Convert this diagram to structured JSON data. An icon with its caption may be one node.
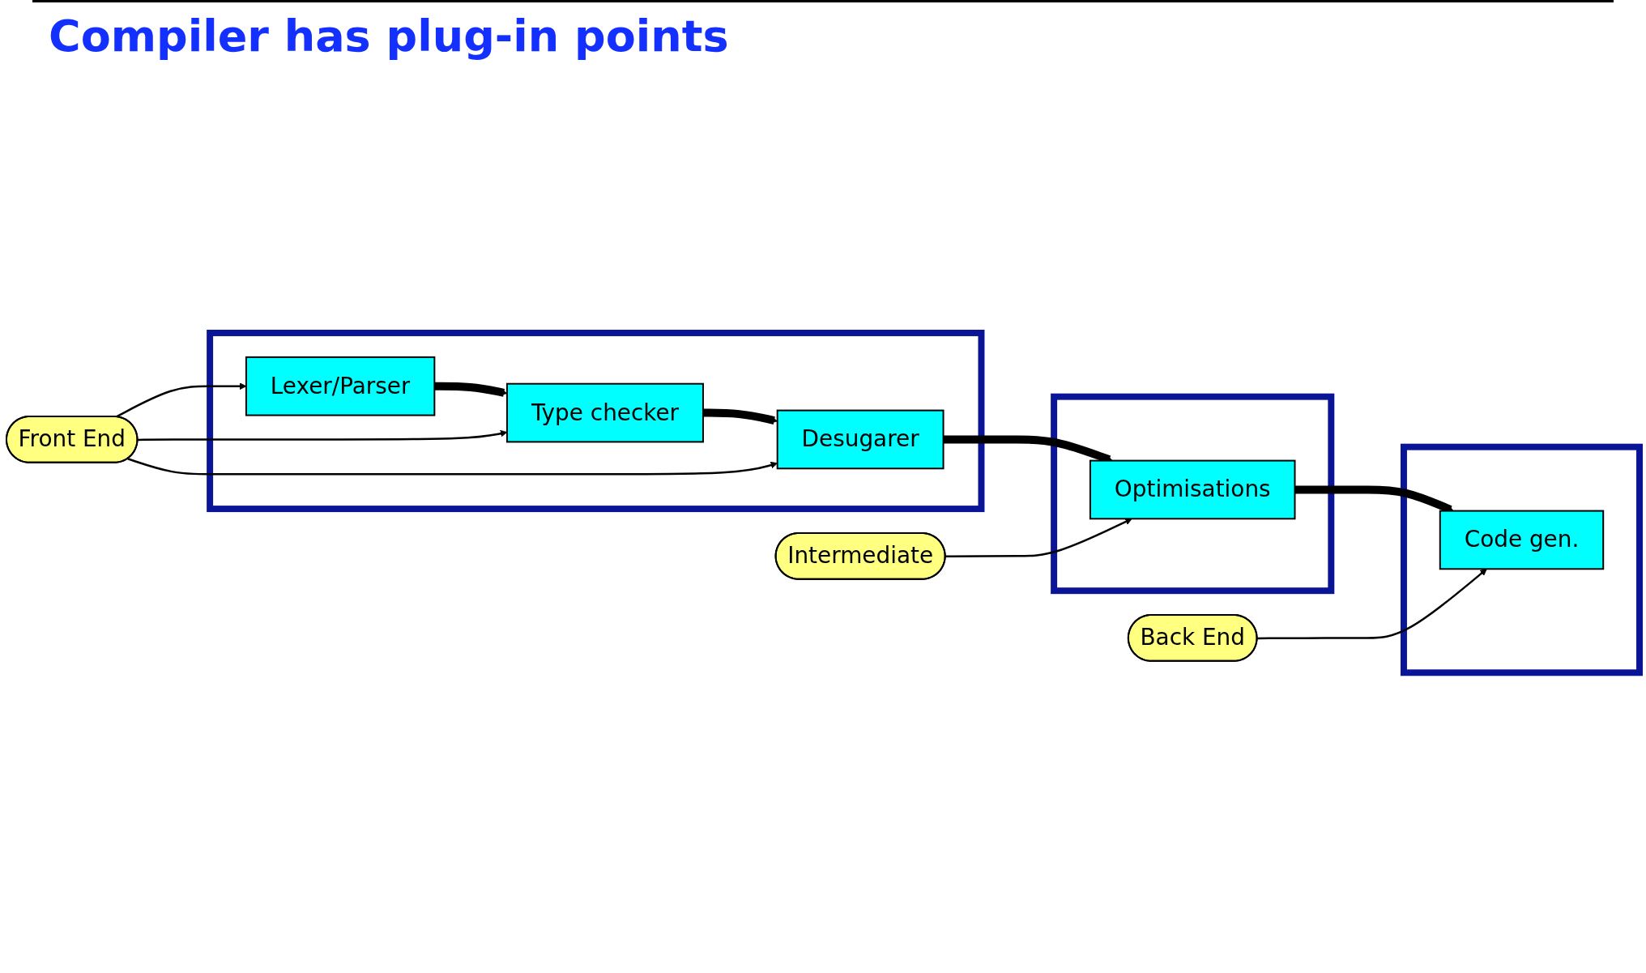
{
  "diagram": {
    "title": "Compiler has plug-in points",
    "nodes": [
      {
        "text": [],
        "shape": "box"
      },
      {
        "text": [
          "Lexer/Parser"
        ],
        "in": 0
      },
      {
        "text": [
          "Type checker"
        ],
        "in": 0
      },
      {
        "text": [
          "Desugarer"
        ],
        "in": 0
      },
      {
        "text": [],
        "shape": "box"
      },
      {
        "text": [
          "Optimisations"
        ],
        "in": 4
      },
      {
        "text": [],
        "shape": "box"
      },
      {
        "text": [
          "Code gen."
        ],
        "in": 6
      },
      {
        "text": [
          "Front End"
        ]
      },
      {
        "text": [
          "Intermediate"
        ]
      },
      {
        "text": [
          "Back End"
        ]
      }
    ],
    "edges": [
      {
        "from": 1,
        "to": 2,
        "arrow": "to",
        "style": "thick"
      },
      {
        "from": 2,
        "to": 3,
        "arrow": "to",
        "style": "thick"
      },
      {
        "from": 3,
        "to": 5,
        "arrow": "to",
        "style": "thick"
      },
      {
        "from": 5,
        "to": 7,
        "arrow": "to",
        "style": "thick"
      },
      {
        "from": 8,
        "to": 1,
        "arrow": "to"
      },
      {
        "from": 8,
        "to": 2,
        "arrow": "to"
      },
      {
        "from": 8,
        "to": 3,
        "arrow": "to"
      },
      {
        "from": 9,
        "to": 5,
        "arrow": "to"
      },
      {
        "from": 10,
        "to": 7,
        "arrow": "to"
      }
    ]
  }
}
